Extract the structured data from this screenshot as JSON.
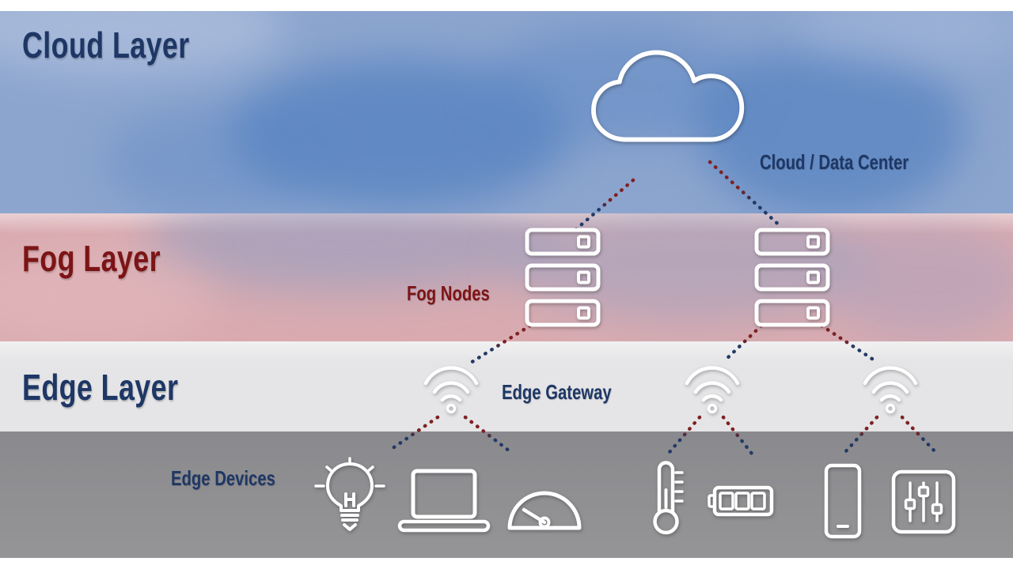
{
  "diagram": {
    "layers": [
      {
        "title": "Cloud Layer"
      },
      {
        "title": "Fog Layer"
      },
      {
        "title": "Edge Layer"
      }
    ],
    "nodes": {
      "cloud": "Cloud / Data Center",
      "fog": "Fog Nodes",
      "gateway": "Edge Gateway",
      "devices": "Edge Devices"
    },
    "device_icons": [
      "smart-bulb",
      "laptop",
      "gauge",
      "thermometer",
      "battery",
      "smartphone",
      "equalizer"
    ],
    "gateway_icons": [
      "wifi-gateway",
      "wifi-gateway",
      "wifi-gateway"
    ],
    "fog_icons": [
      "server-stack",
      "server-stack"
    ],
    "colors": {
      "cloud_band": "#8ca5ce",
      "fog_band": "#d9abb0",
      "edge_band": "#e5e5e7",
      "device_band": "#909093",
      "navy_text": "#1e3765",
      "dark_red_text": "#7c1416",
      "icon_stroke": "#ffffff",
      "connector_red": "#7f2023",
      "connector_navy": "#223a66"
    }
  }
}
